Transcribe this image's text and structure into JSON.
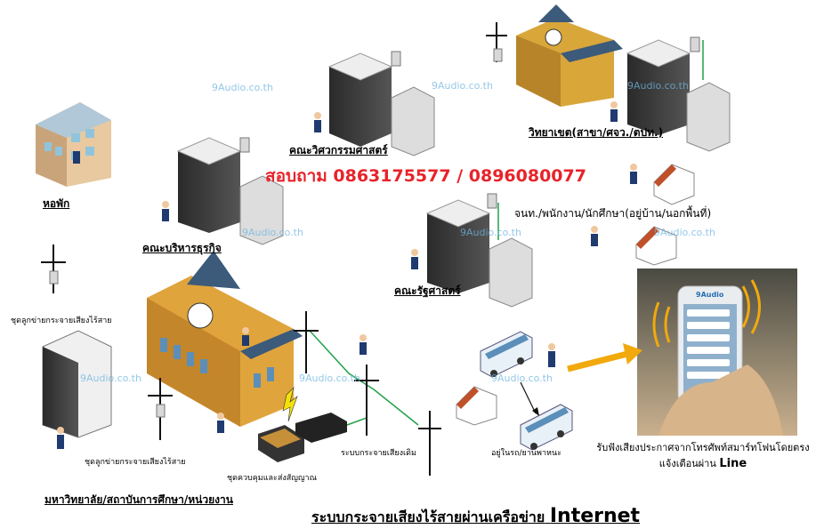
{
  "watermark": "9Audio.co.th",
  "contact": "สอบถาม 0863175577 / 0896080077",
  "labels": {
    "dorm": "หอพัก",
    "engineering": "คณะวิศวกรรมศาสตร์",
    "campus": "วิทยาเขต(สาขา/ศจว./ตปท.)",
    "business": "คณะบริหารธุรกิจ",
    "staff": "จนท./พนักงาน/นักศึกษา(อยู่บ้าน/นอกพื้นที่)",
    "polsci": "คณะรัฐศาสตร์",
    "wireless_receiver_1": "ชุดลูกข่ายกระจายเสียงไร้สาย",
    "wireless_receiver_2": "ชุดลูกข่ายกระจายเสียงไร้สาย",
    "control_set": "ชุดควบคุมและส่งสัญญาณ",
    "existing_system": "ระบบกระจายเสียงเดิม",
    "vehicle": "อยู่ในรถ/ยานพาหนะ",
    "university": "มหาวิทยาลัย/สถาบันการศึกษา/หน่วยงาน",
    "smartphone_line1": "รับฟังเสียงประกาศจากโทรศัพท์สมาร์ทโฟนโดยตรง",
    "smartphone_line2_prefix": "แจ้งเตือนผ่าน",
    "smartphone_line2_app": "Line",
    "phone_app_badge": "9Audio"
  },
  "title": {
    "thai": "ระบบกระจายเสียงไร้สายผ่านเครือข่าย",
    "en": "Internet"
  },
  "colors": {
    "contact": "#e8232a",
    "watermark": "#6fb6e0",
    "wire": "#22a14a",
    "arrow": "#f2a90c"
  }
}
